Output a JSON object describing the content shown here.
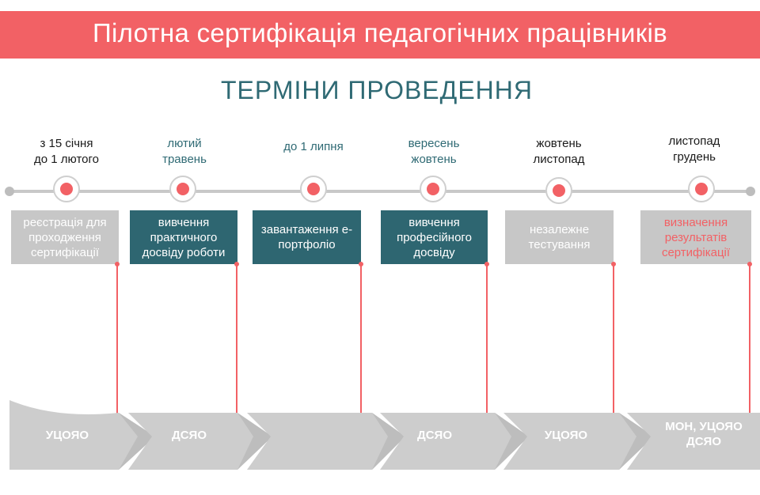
{
  "header": {
    "title": "Пілотна сертифікація педагогічних працівників",
    "subtitle": "ТЕРМІНИ ПРОВЕДЕННЯ"
  },
  "colors": {
    "accent_red": "#f26165",
    "teal": "#2e6671",
    "gray": "#c7c7c7"
  },
  "stages": [
    {
      "date_line1": "з 15 січня",
      "date_line2": "до 1 лютого",
      "task": "реєстрація для проходження сертифікації",
      "org": "УЦОЯО"
    },
    {
      "date_line1": "лютий",
      "date_line2": "травень",
      "task": "вивчення практичного досвіду роботи",
      "org": "ДСЯО"
    },
    {
      "date_line1": "до 1 липня",
      "date_line2": "",
      "task": "завантаження е-портфоліо",
      "org": ""
    },
    {
      "date_line1": "вересень",
      "date_line2": "жовтень",
      "task": "вивчення професійного досвіду",
      "org": "ДСЯО"
    },
    {
      "date_line1": "жовтень",
      "date_line2": "листопад",
      "task": "незалежне тестування",
      "org": "УЦОЯО"
    },
    {
      "date_line1": "листопад",
      "date_line2": "грудень",
      "task": "визначення результатів сертифікації",
      "org_line1": "МОН, УЦОЯО",
      "org_line2": "ДСЯО"
    }
  ]
}
